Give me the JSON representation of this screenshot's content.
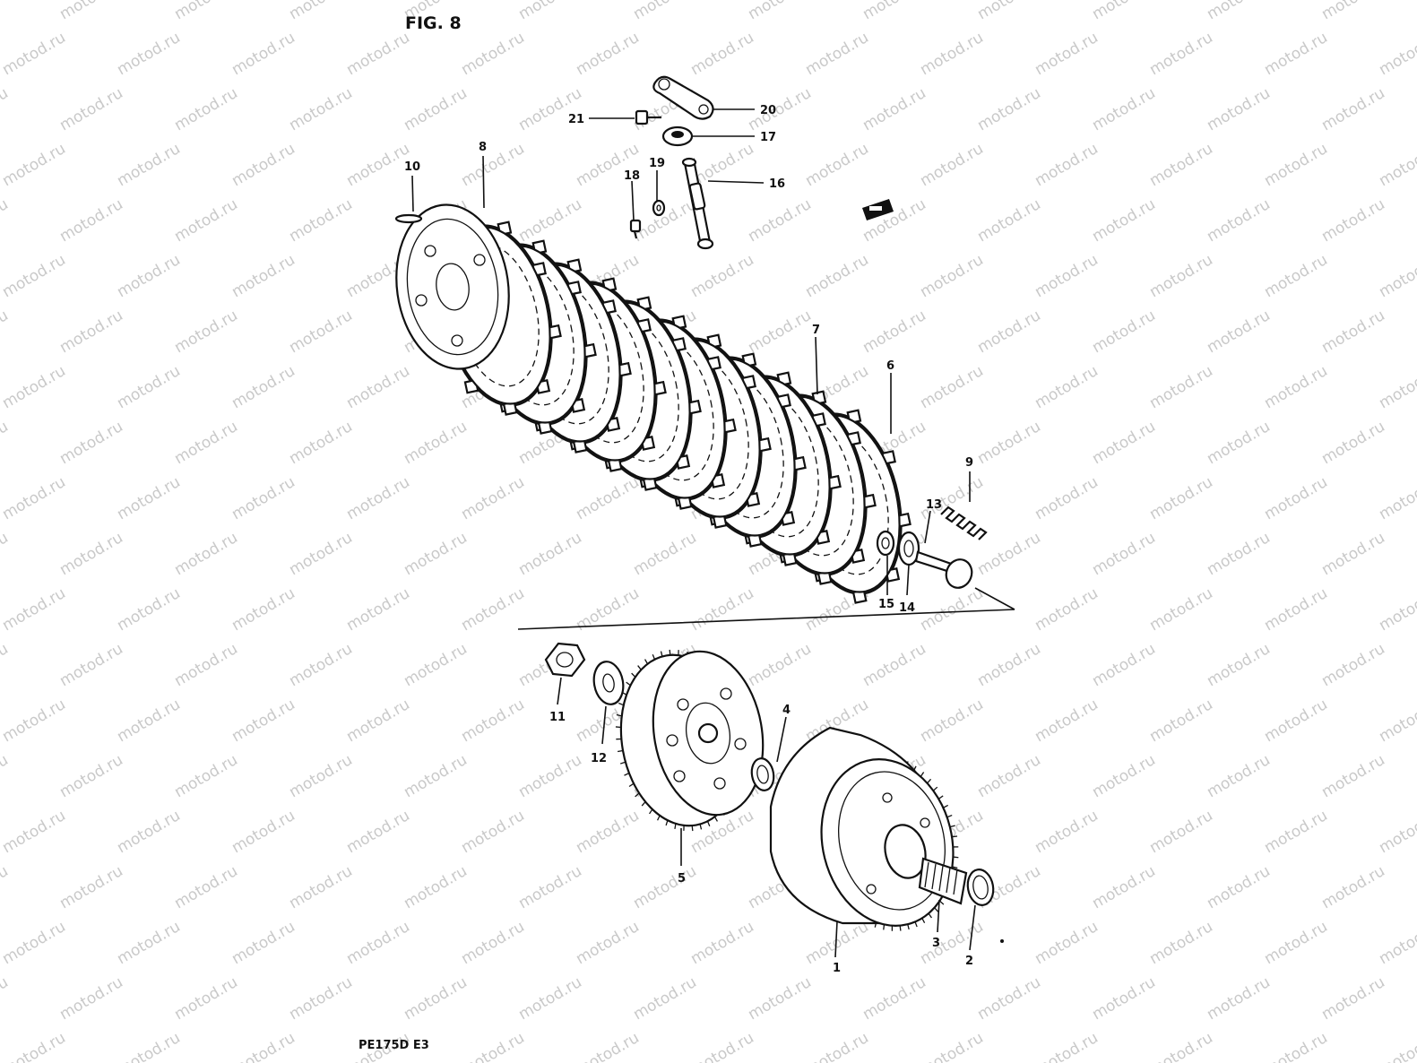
{
  "figure": {
    "title": "FIG. 8",
    "model_code": "PE175D  E3",
    "watermark": "motod.ru"
  },
  "callouts": [
    {
      "id": "c21",
      "text": "21"
    },
    {
      "id": "c20",
      "text": "20"
    },
    {
      "id": "c17",
      "text": "17"
    },
    {
      "id": "c16",
      "text": "16"
    },
    {
      "id": "c18",
      "text": "18"
    },
    {
      "id": "c19",
      "text": "19"
    },
    {
      "id": "c10",
      "text": "10"
    },
    {
      "id": "c8",
      "text": "8"
    },
    {
      "id": "c7",
      "text": "7"
    },
    {
      "id": "c6",
      "text": "6"
    },
    {
      "id": "c9",
      "text": "9"
    },
    {
      "id": "c13",
      "text": "13"
    },
    {
      "id": "c15",
      "text": "15"
    },
    {
      "id": "c14",
      "text": "14"
    },
    {
      "id": "c11",
      "text": "11"
    },
    {
      "id": "c12",
      "text": "12"
    },
    {
      "id": "c4",
      "text": "4"
    },
    {
      "id": "c5",
      "text": "5"
    },
    {
      "id": "c1",
      "text": "1"
    },
    {
      "id": "c3",
      "text": "3"
    },
    {
      "id": "c2",
      "text": "2"
    }
  ]
}
